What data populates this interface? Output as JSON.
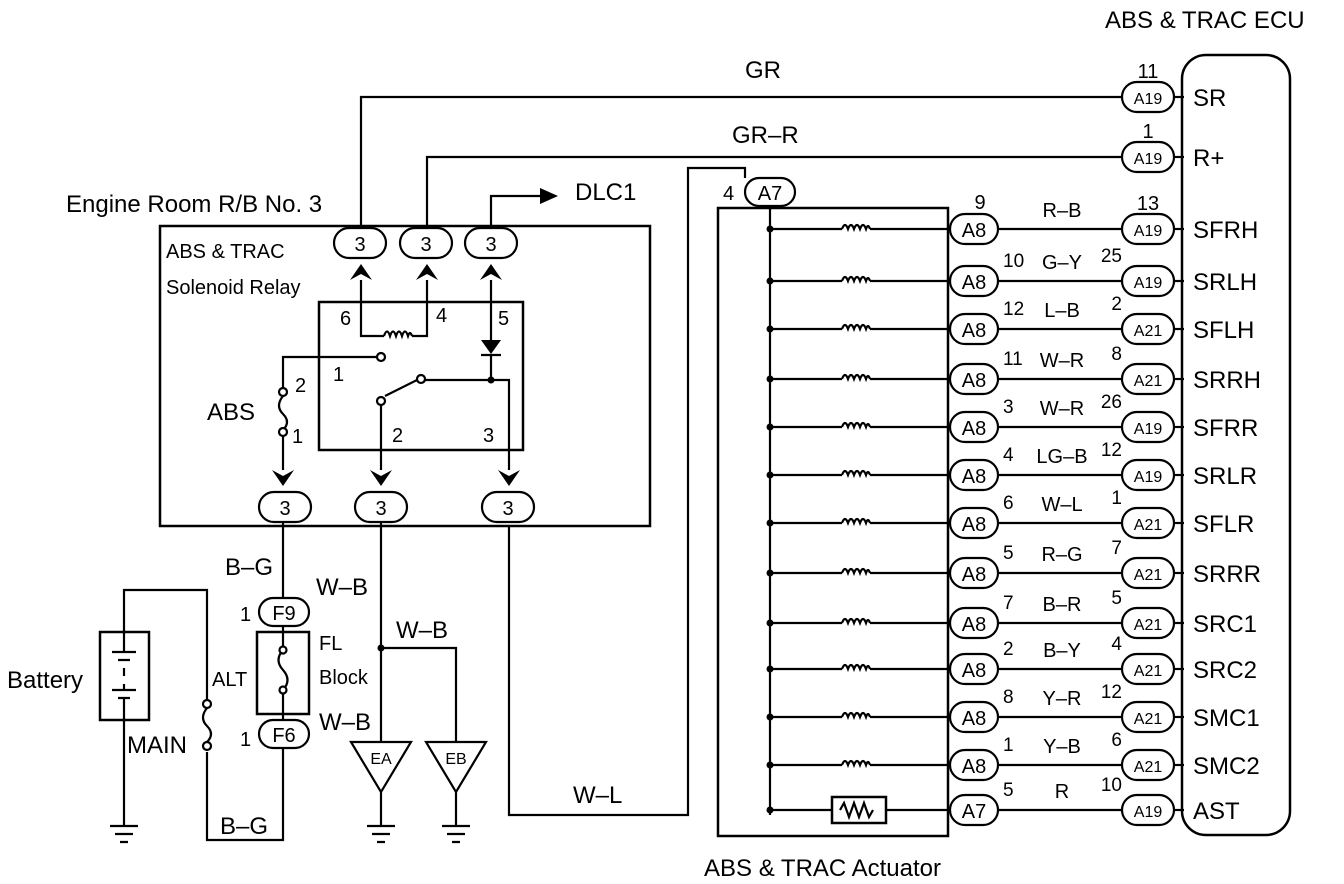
{
  "ecu": {
    "title": "ABS & TRAC ECU",
    "rows": [
      {
        "pin": "11",
        "conn": "A19",
        "term": "SR"
      },
      {
        "pin": "1",
        "conn": "A19",
        "term": "R+"
      },
      {
        "pin": "13",
        "conn": "A19",
        "term": "SFRH"
      },
      {
        "pin": "25",
        "conn": "A19",
        "term": "SRLH"
      },
      {
        "pin": "2",
        "conn": "A21",
        "term": "SFLH"
      },
      {
        "pin": "8",
        "conn": "A21",
        "term": "SRRH"
      },
      {
        "pin": "26",
        "conn": "A19",
        "term": "SFRR"
      },
      {
        "pin": "12",
        "conn": "A19",
        "term": "SRLR"
      },
      {
        "pin": "1",
        "conn": "A21",
        "term": "SFLR"
      },
      {
        "pin": "7",
        "conn": "A21",
        "term": "SRRR"
      },
      {
        "pin": "5",
        "conn": "A21",
        "term": "SRC1"
      },
      {
        "pin": "4",
        "conn": "A21",
        "term": "SRC2"
      },
      {
        "pin": "12",
        "conn": "A21",
        "term": "SMC1"
      },
      {
        "pin": "6",
        "conn": "A21",
        "term": "SMC2"
      },
      {
        "pin": "10",
        "conn": "A19",
        "term": "AST"
      }
    ]
  },
  "actuator": {
    "title": "ABS & TRAC Actuator",
    "top_conn": "A7",
    "top_pin": "4",
    "rows": [
      {
        "conn": "A8",
        "pin": "9",
        "wire": "R–B"
      },
      {
        "conn": "A8",
        "pin": "10",
        "wire": "G–Y"
      },
      {
        "conn": "A8",
        "pin": "12",
        "wire": "L–B"
      },
      {
        "conn": "A8",
        "pin": "11",
        "wire": "W–R"
      },
      {
        "conn": "A8",
        "pin": "3",
        "wire": "W–R"
      },
      {
        "conn": "A8",
        "pin": "4",
        "wire": "LG–B"
      },
      {
        "conn": "A8",
        "pin": "6",
        "wire": "W–L"
      },
      {
        "conn": "A8",
        "pin": "5",
        "wire": "R–G"
      },
      {
        "conn": "A8",
        "pin": "7",
        "wire": "B–R"
      },
      {
        "conn": "A8",
        "pin": "2",
        "wire": "B–Y"
      },
      {
        "conn": "A8",
        "pin": "8",
        "wire": "Y–R"
      },
      {
        "conn": "A8",
        "pin": "1",
        "wire": "Y–B"
      },
      {
        "conn": "A7",
        "pin": "5",
        "wire": "R"
      }
    ]
  },
  "wires": {
    "sr": "GR",
    "rplus": "GR–R",
    "wl_bottom": "W–L",
    "bg_top": "B–G",
    "bg_bottom": "B–G",
    "wb_1": "W–B",
    "wb_2": "W–B",
    "wb_3": "W–B"
  },
  "relay_box": {
    "title": "Engine Room R/B No. 3",
    "name_1": "ABS & TRAC",
    "name_2": "Solenoid Relay",
    "dlc": "DLC1",
    "conn": "3",
    "pins": {
      "p6": "6",
      "p4": "4",
      "p5": "5",
      "p1": "1",
      "p2": "2",
      "p3": "3"
    },
    "fuse_label": "ABS",
    "fuse_pin_top": "2",
    "fuse_pin_bottom": "1"
  },
  "power": {
    "battery": "Battery",
    "alt": "ALT",
    "main": "MAIN",
    "fl_1": "FL",
    "fl_2": "Block",
    "f9": "F9",
    "f6": "F6",
    "f9_pin": "1",
    "f6_pin": "1"
  },
  "grounds": {
    "ea": "EA",
    "eb": "EB"
  }
}
